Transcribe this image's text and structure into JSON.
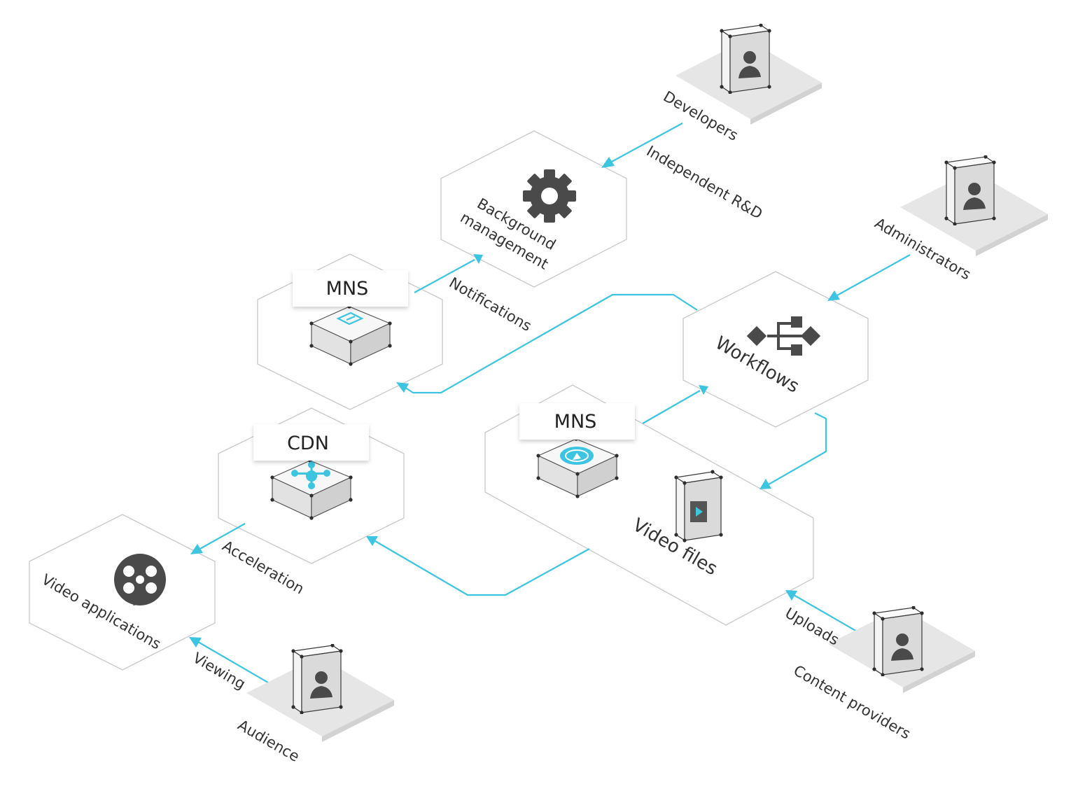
{
  "colors": {
    "accent": "#3cc4e0",
    "hex_stroke": "#c8c8c8",
    "icon": "#4a4a4a",
    "text": "#333333"
  },
  "nodes": {
    "background_management": {
      "line1": "Background",
      "line2": "management",
      "icon": "gear-icon"
    },
    "workflows": {
      "label": "Workflows",
      "icon": "workflow-icon"
    },
    "mns_top": {
      "badge": "MNS",
      "icon": "message-icon"
    },
    "cdn": {
      "badge": "CDN",
      "icon": "network-hub-icon"
    },
    "mns_video": {
      "badge": "MNS",
      "icon": "refresh-circle-icon"
    },
    "video_files": {
      "label": "Video files",
      "icon": "video-file-icon"
    },
    "video_applications": {
      "label": "Video applications",
      "icon": "film-reel-icon"
    }
  },
  "actors": {
    "developers": {
      "label": "Developers",
      "icon": "person-icon"
    },
    "administrators": {
      "label": "Administrators",
      "icon": "person-icon"
    },
    "audience": {
      "label": "Audience",
      "icon": "person-icon"
    },
    "content_providers": {
      "label": "Content providers",
      "icon": "person-icon"
    }
  },
  "flows": {
    "independent_rd": "Independent R&D",
    "notifications": "Notifications",
    "acceleration": "Acceleration",
    "viewing": "Viewing",
    "uploads": "Uploads"
  }
}
